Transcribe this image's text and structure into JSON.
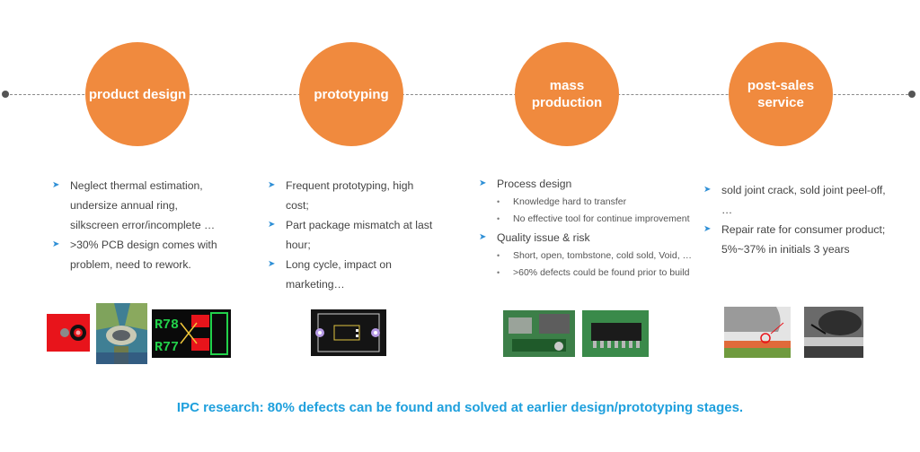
{
  "accent": "#f08a3e",
  "stages": [
    {
      "label": "product design"
    },
    {
      "label": "prototyping"
    },
    {
      "label": "mass\nproduction"
    },
    {
      "label": "post-sales\nservice"
    }
  ],
  "columns": [
    {
      "items": [
        {
          "type": "main",
          "text": "Neglect thermal estimation, undersize annual ring, silkscreen error/incomplete …"
        },
        {
          "type": "main",
          "text": ">30% PCB design comes with problem, need to rework."
        }
      ]
    },
    {
      "items": [
        {
          "type": "main",
          "text": "Frequent prototyping, high cost;"
        },
        {
          "type": "main",
          "text": "Part package mismatch at last hour;"
        },
        {
          "type": "main",
          "text": "Long cycle, impact on marketing…"
        }
      ]
    },
    {
      "items": [
        {
          "type": "main",
          "text": "Process design"
        },
        {
          "type": "sub",
          "text": "Knowledge hard to transfer"
        },
        {
          "type": "sub",
          "text": "No effective tool for continue improvement"
        },
        {
          "type": "main",
          "text": "Quality issue & risk"
        },
        {
          "type": "sub",
          "text": "Short, open, tombstone, cold sold, Void, …"
        },
        {
          "type": "sub",
          "text": ">60% defects could be found prior to build"
        }
      ]
    },
    {
      "items": [
        {
          "type": "main",
          "text": "sold joint crack, sold joint peel-off, …"
        },
        {
          "type": "main",
          "text": "Repair rate for consumer product; 5%~37% in initials 3 years"
        }
      ]
    }
  ],
  "pcb_labels": {
    "r78": "R78",
    "r77": "R77"
  },
  "footer": "IPC research: 80% defects can be found and solved at earlier design/prototyping stages."
}
